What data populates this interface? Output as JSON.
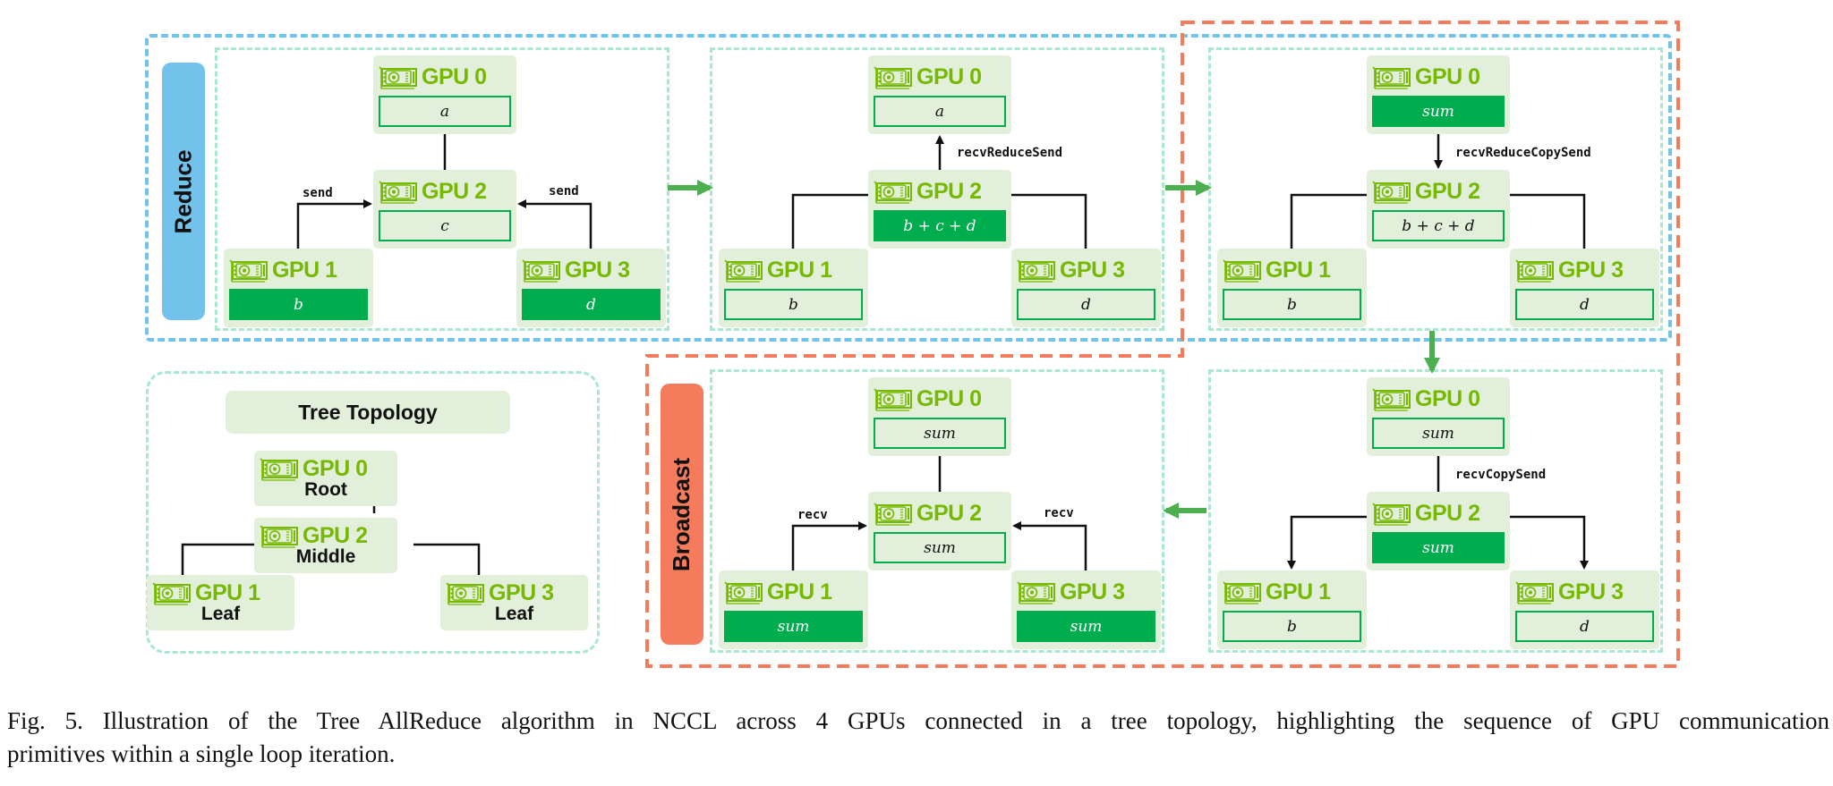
{
  "phases": {
    "reduce": {
      "label": "Reduce",
      "color": "#72C2EC"
    },
    "broadcast": {
      "label": "Broadcast",
      "color": "#F47C5C"
    }
  },
  "colors": {
    "gpu_text": "#76B900",
    "card_bg": "#E2EFDA",
    "highlight": "#00AD4E",
    "panel_border": "#A9E8CF",
    "flow_arrow": "#4CAF50"
  },
  "panels": [
    {
      "id": "reduce-step-1",
      "gpus": {
        "gpu0": {
          "name": "GPU 0",
          "value": "a",
          "highlight": false
        },
        "gpu2": {
          "name": "GPU 2",
          "value": "c",
          "highlight": false
        },
        "gpu1": {
          "name": "GPU 1",
          "value": "b",
          "highlight": true
        },
        "gpu3": {
          "name": "GPU 3",
          "value": "d",
          "highlight": true
        }
      },
      "labels": {
        "left": "send",
        "right": "send"
      }
    },
    {
      "id": "reduce-step-2",
      "gpus": {
        "gpu0": {
          "name": "GPU 0",
          "value": "a",
          "highlight": false
        },
        "gpu2": {
          "name": "GPU 2",
          "value": "b + c + d",
          "highlight": true
        },
        "gpu1": {
          "name": "GPU 1",
          "value": "b",
          "highlight": false
        },
        "gpu3": {
          "name": "GPU 3",
          "value": "d",
          "highlight": false
        }
      },
      "labels": {
        "top": "recvReduceSend"
      }
    },
    {
      "id": "reduce-step-3",
      "gpus": {
        "gpu0": {
          "name": "GPU 0",
          "value": "sum",
          "highlight": true
        },
        "gpu2": {
          "name": "GPU 2",
          "value": "b + c + d",
          "highlight": false
        },
        "gpu1": {
          "name": "GPU 1",
          "value": "b",
          "highlight": false
        },
        "gpu3": {
          "name": "GPU 3",
          "value": "d",
          "highlight": false
        }
      },
      "labels": {
        "top": "recvReduceCopySend"
      }
    },
    {
      "id": "broadcast-step-1",
      "gpus": {
        "gpu0": {
          "name": "GPU 0",
          "value": "sum",
          "highlight": false
        },
        "gpu2": {
          "name": "GPU 2",
          "value": "sum",
          "highlight": true
        },
        "gpu1": {
          "name": "GPU 1",
          "value": "b",
          "highlight": false
        },
        "gpu3": {
          "name": "GPU 3",
          "value": "d",
          "highlight": false
        }
      },
      "labels": {
        "top": "recvCopySend"
      }
    },
    {
      "id": "broadcast-step-2",
      "gpus": {
        "gpu0": {
          "name": "GPU 0",
          "value": "sum",
          "highlight": false
        },
        "gpu2": {
          "name": "GPU 2",
          "value": "sum",
          "highlight": false
        },
        "gpu1": {
          "name": "GPU 1",
          "value": "sum",
          "highlight": true
        },
        "gpu3": {
          "name": "GPU 3",
          "value": "sum",
          "highlight": true
        }
      },
      "labels": {
        "left": "recv",
        "right": "recv"
      }
    }
  ],
  "topology": {
    "title": "Tree Topology",
    "nodes": {
      "gpu0": {
        "name": "GPU 0",
        "role": "Root"
      },
      "gpu2": {
        "name": "GPU 2",
        "role": "Middle"
      },
      "gpu1": {
        "name": "GPU 1",
        "role": "Leaf"
      },
      "gpu3": {
        "name": "GPU 3",
        "role": "Leaf"
      }
    }
  },
  "caption": {
    "line1": "Fig. 5.  Illustration of the Tree AllReduce algorithm in NCCL across 4 GPUs connected in a tree topology, highlighting the sequence of GPU communication",
    "line2": "primitives within a single loop iteration."
  }
}
